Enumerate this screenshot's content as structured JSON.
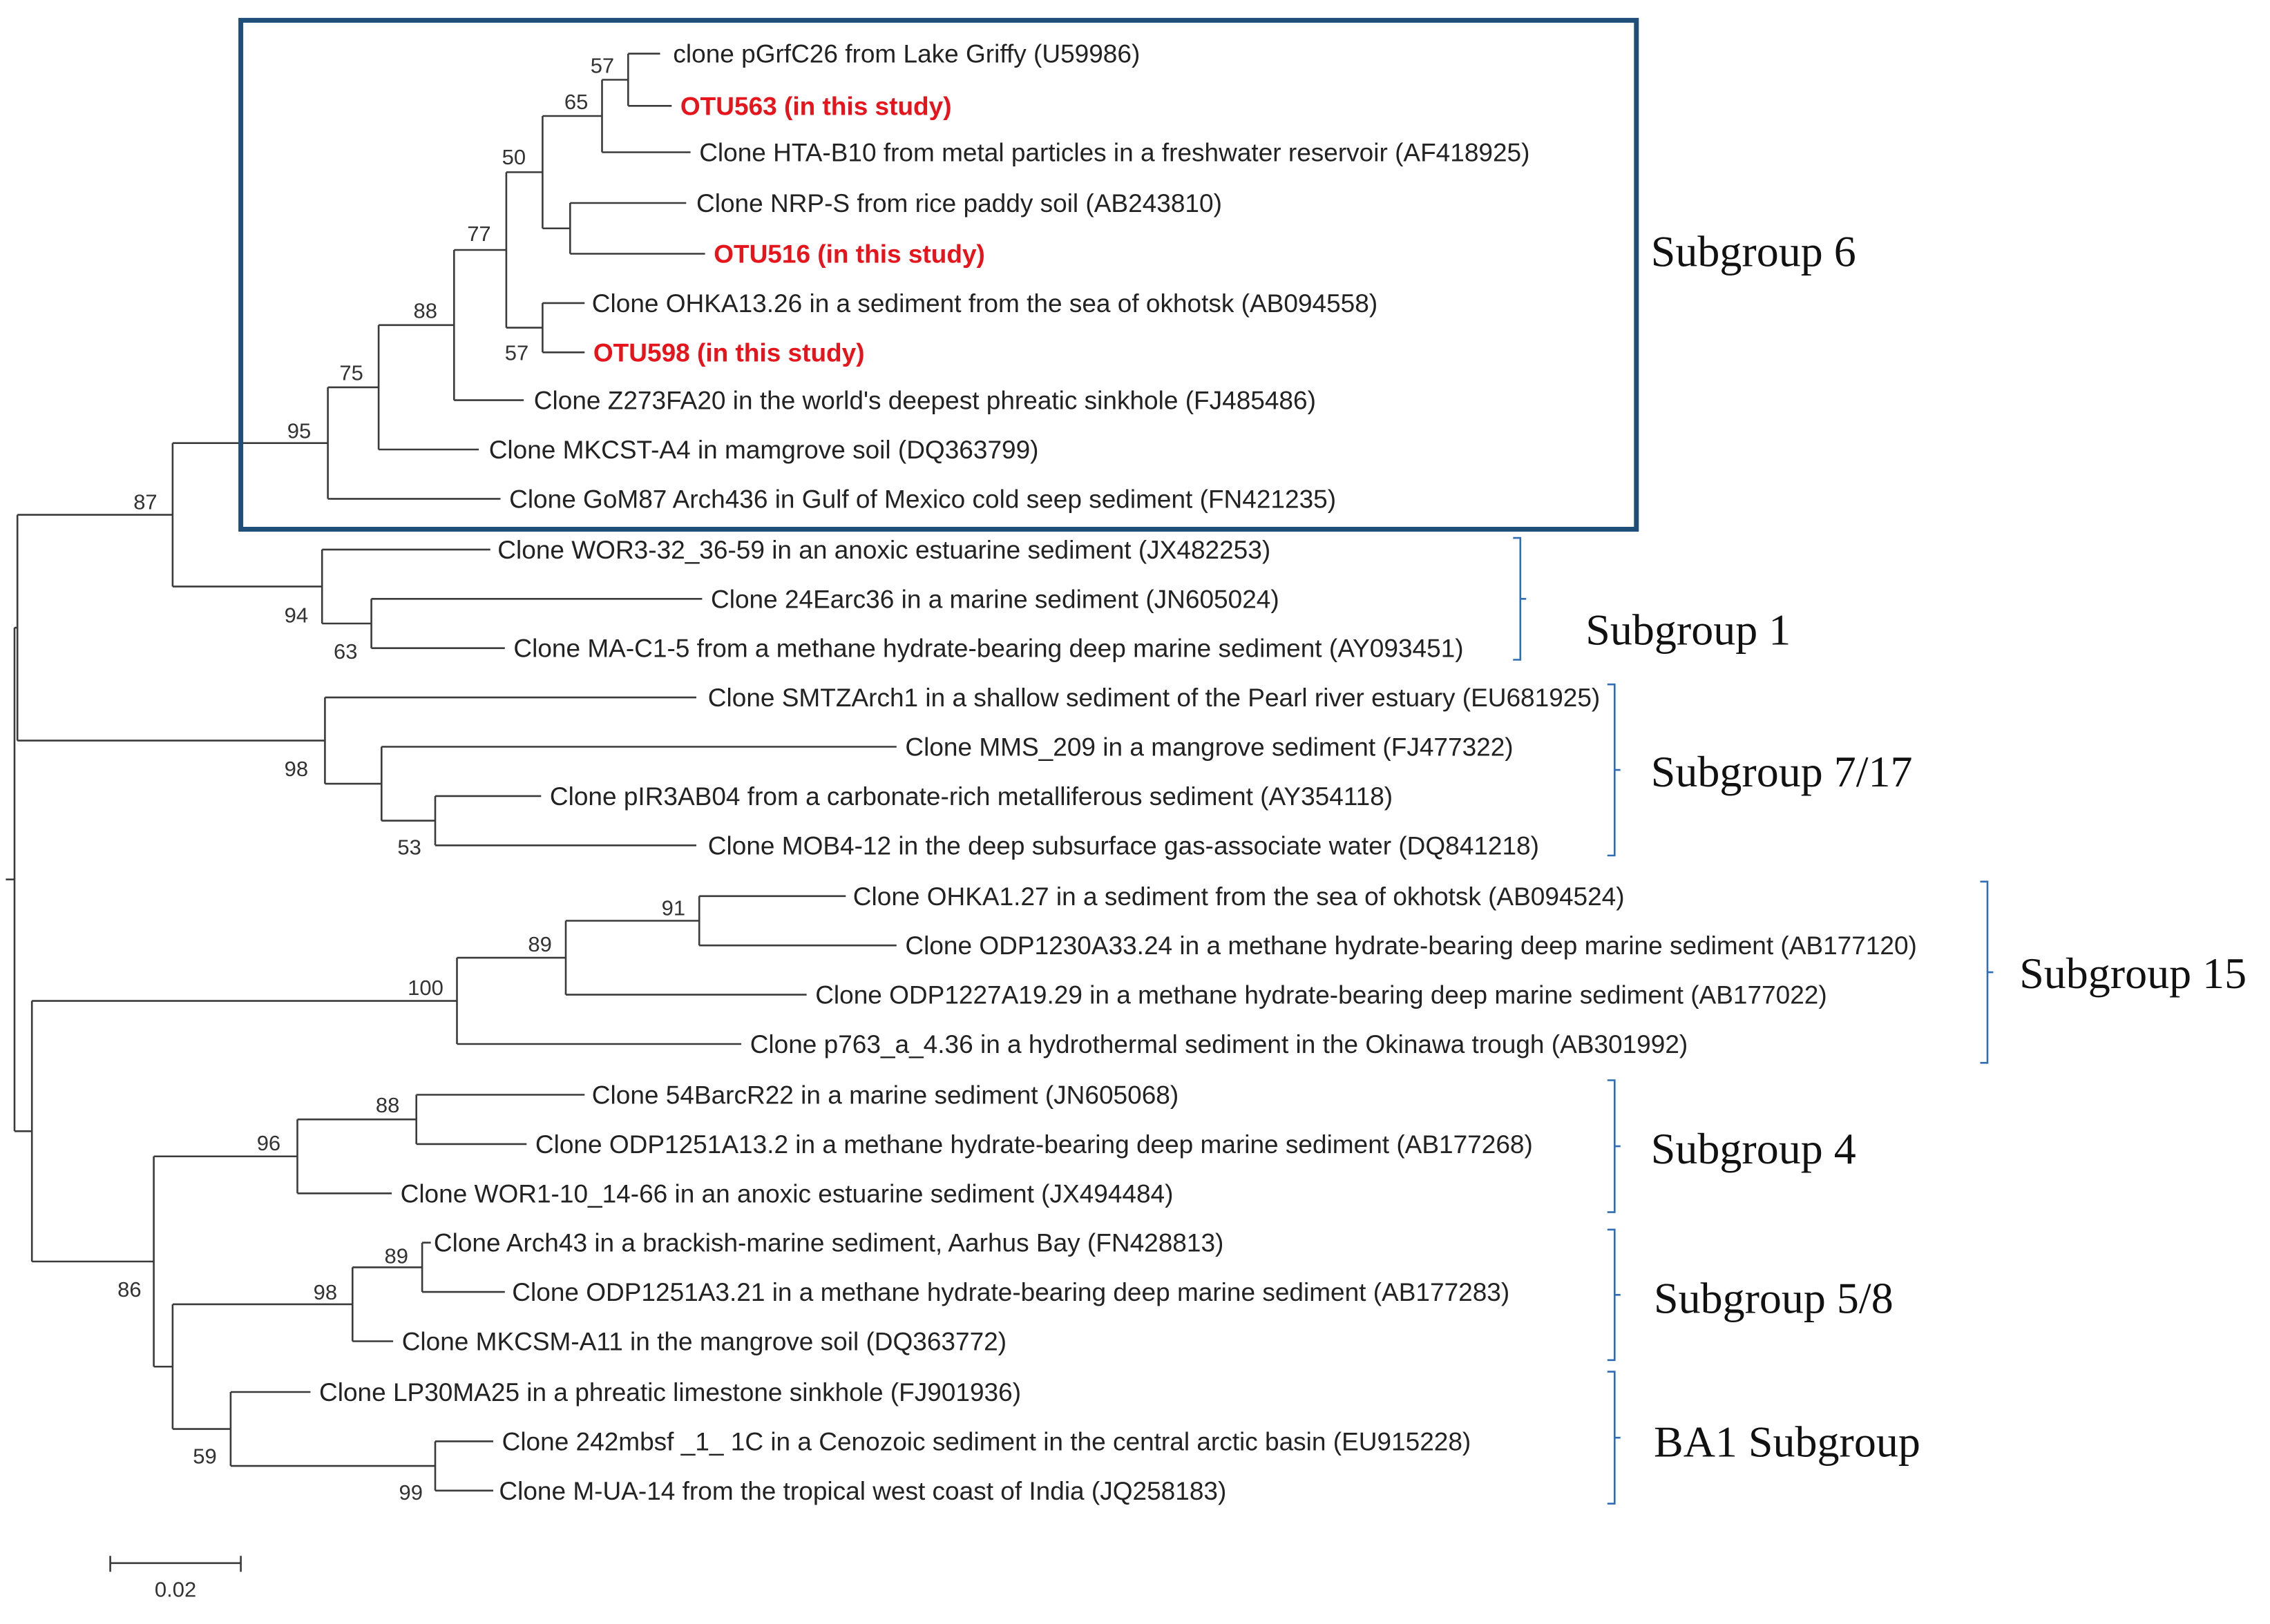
{
  "tree": {
    "leaves": [
      {
        "id": "L1",
        "label": "clone pGrfC26 from Lake Griffy (U59986)",
        "highlight": false
      },
      {
        "id": "L2",
        "label": "OTU563 (in this study)",
        "highlight": true
      },
      {
        "id": "L3",
        "label": "Clone HTA-B10 from metal particles in a freshwater reservoir (AF418925)",
        "highlight": false
      },
      {
        "id": "L4",
        "label": "Clone NRP-S  from rice paddy soil (AB243810)",
        "highlight": false
      },
      {
        "id": "L5",
        "label": "OTU516 (in this study)",
        "highlight": true
      },
      {
        "id": "L6",
        "label": "Clone OHKA13.26 in a sediment from the sea of okhotsk (AB094558)",
        "highlight": false
      },
      {
        "id": "L7",
        "label": "OTU598 (in this study)",
        "highlight": true
      },
      {
        "id": "L8",
        "label": "Clone Z273FA20 in the world's deepest phreatic sinkhole (FJ485486)",
        "highlight": false
      },
      {
        "id": "L9",
        "label": "Clone MKCST-A4 in mamgrove soil (DQ363799)",
        "highlight": false
      },
      {
        "id": "L10",
        "label": "Clone GoM87 Arch436 in Gulf of Mexico cold seep sediment (FN421235)",
        "highlight": false
      },
      {
        "id": "L11",
        "label": "Clone WOR3-32_36-59  in an anoxic estuarine sediment (JX482253)",
        "highlight": false
      },
      {
        "id": "L12",
        "label": "Clone 24Earc36 in  a marine sediment (JN605024)",
        "highlight": false
      },
      {
        "id": "L13",
        "label": "Clone MA-C1-5 from a methane hydrate-bearing deep marine sediment (AY093451)",
        "highlight": false
      },
      {
        "id": "L14",
        "label": "Clone SMTZArch1 in a shallow sediment of  the Pearl river estuary (EU681925)",
        "highlight": false
      },
      {
        "id": "L15",
        "label": "Clone MMS_209 in a mangrove sediment (FJ477322)",
        "highlight": false
      },
      {
        "id": "L16",
        "label": "Clone pIR3AB04 from a carbonate-rich metalliferous sediment (AY354118)",
        "highlight": false
      },
      {
        "id": "L17",
        "label": "Clone MOB4-12  in the deep subsurface gas-associate water (DQ841218)",
        "highlight": false
      },
      {
        "id": "L18",
        "label": "Clone OHKA1.27 in a sediment from the sea of okhotsk (AB094524)",
        "highlight": false
      },
      {
        "id": "L19",
        "label": "Clone ODP1230A33.24 in a methane hydrate-bearing deep marine sediment (AB177120)",
        "highlight": false
      },
      {
        "id": "L20",
        "label": "Clone ODP1227A19.29 in a methane hydrate-bearing deep marine sediment (AB177022)",
        "highlight": false
      },
      {
        "id": "L21",
        "label": "Clone  p763_a_4.36 in a hydrothermal sediment in the Okinawa trough (AB301992)",
        "highlight": false
      },
      {
        "id": "L22",
        "label": "Clone 54BarcR22 in a marine sediment (JN605068)",
        "highlight": false
      },
      {
        "id": "L23",
        "label": "Clone ODP1251A13.2 in a methane hydrate-bearing deep marine sediment (AB177268)",
        "highlight": false
      },
      {
        "id": "L24",
        "label": "Clone WOR1-10_14-66  in an anoxic estuarine sediment (JX494484)",
        "highlight": false
      },
      {
        "id": "L25",
        "label": "Clone Arch43 in a brackish-marine sediment, Aarhus Bay (FN428813)",
        "highlight": false
      },
      {
        "id": "L26",
        "label": "Clone ODP1251A3.21 in a methane hydrate-bearing deep marine sediment (AB177283)",
        "highlight": false
      },
      {
        "id": "L27",
        "label": "Clone MKCSM-A11 in the mangrove soil (DQ363772)",
        "highlight": false
      },
      {
        "id": "L28",
        "label": "Clone LP30MA25 in a phreatic limestone sinkhole  (FJ901936)",
        "highlight": false
      },
      {
        "id": "L29",
        "label": "Clone 242mbsf _1_ 1C  in  a Cenozoic sediment in the central arctic basin (EU915228)",
        "highlight": false
      },
      {
        "id": "L30",
        "label": "Clone M-UA-14  from  the tropical  west coast of  India (JQ258183)",
        "highlight": false
      }
    ],
    "bootstrap": [
      "57",
      "65",
      "50",
      "77",
      "88",
      "57",
      "75",
      "95",
      "87",
      "94",
      "63",
      "98",
      "53",
      "91",
      "89",
      "100",
      "88",
      "96",
      "89",
      "98",
      "86",
      "59",
      "99"
    ],
    "subgroups": [
      {
        "label": "Subgroup 6"
      },
      {
        "label": "Subgroup 1"
      },
      {
        "label": "Subgroup 7/17"
      },
      {
        "label": "Subgroup 15"
      },
      {
        "label": "Subgroup 4"
      },
      {
        "label": "Subgroup 5/8"
      },
      {
        "label": "BA1 Subgroup"
      }
    ],
    "scale_bar": {
      "value": "0.02"
    },
    "colors": {
      "highlight": "#e8141b",
      "box": "#1f4e79",
      "bracket": "#2f6db5",
      "branch": "#3a3a3a"
    }
  }
}
